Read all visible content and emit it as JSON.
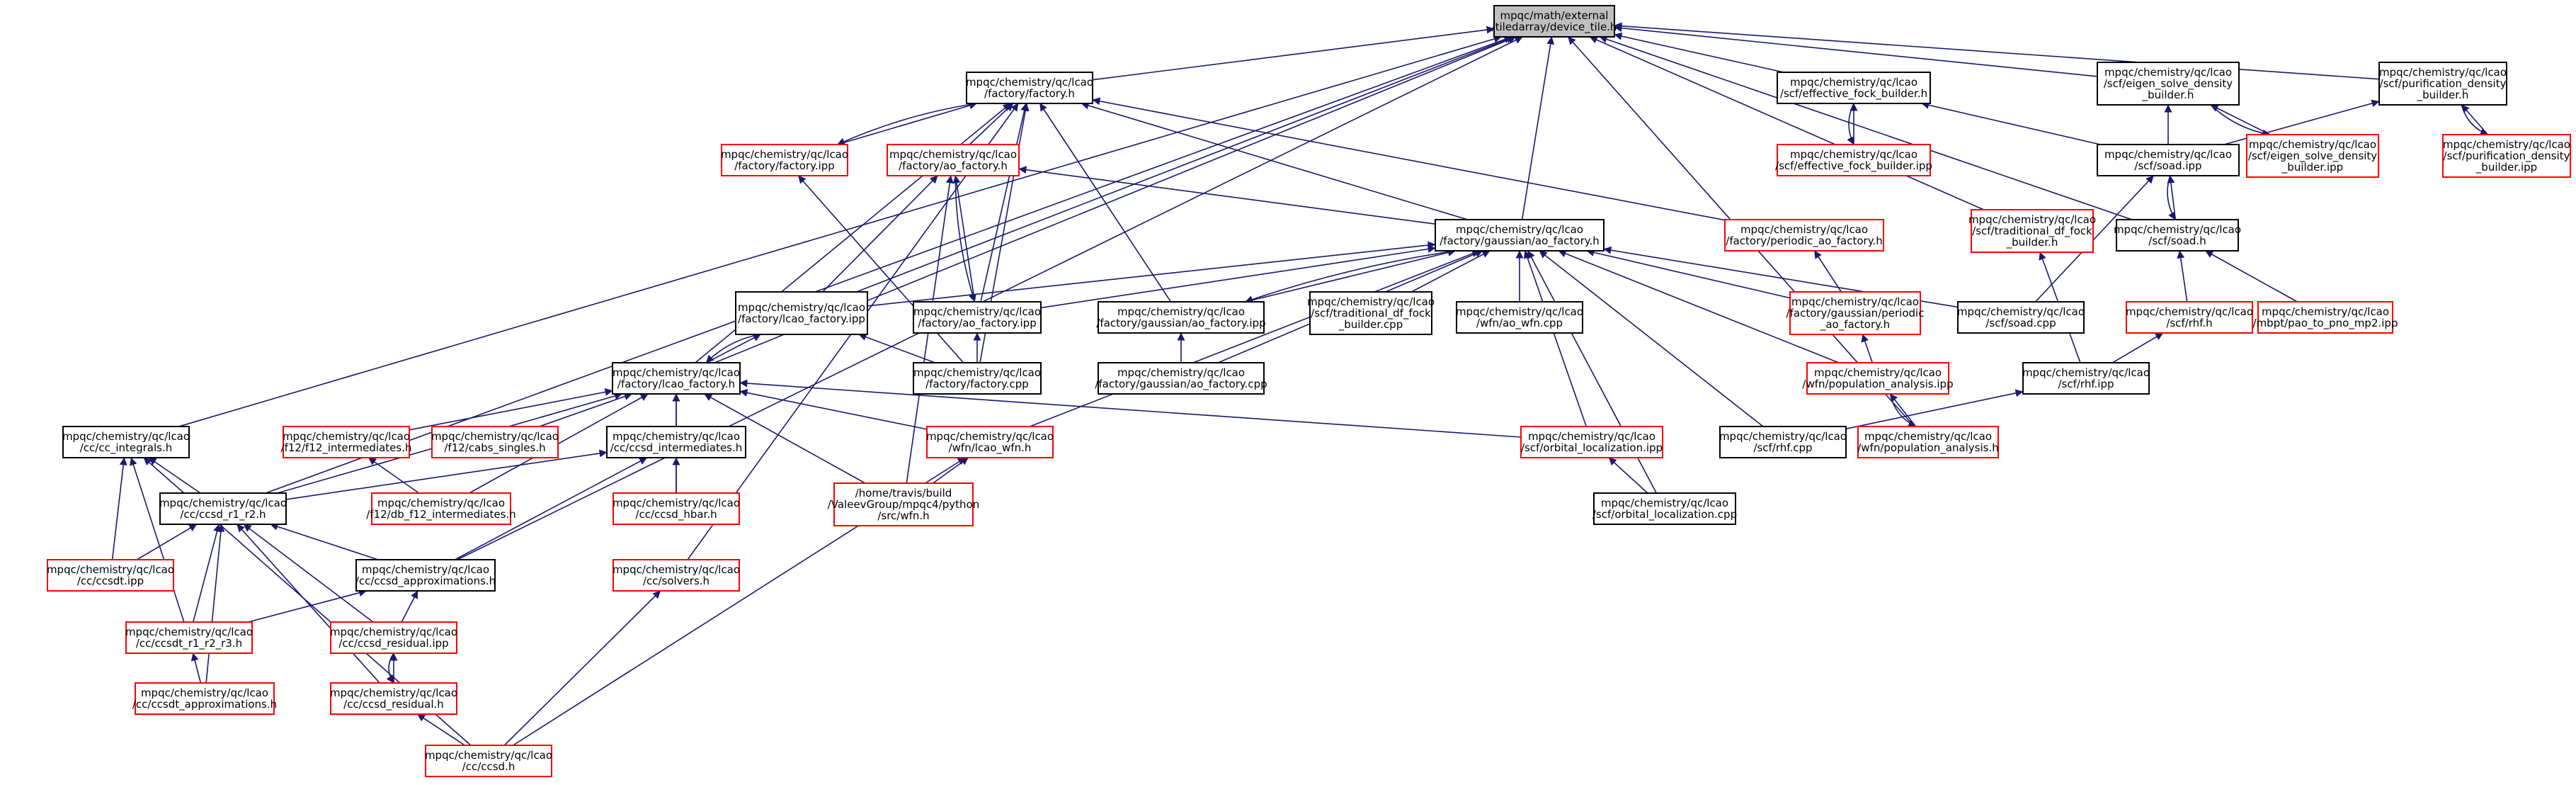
{
  "colors": {
    "edge": "#191970",
    "root_fill": "#bfbfbf",
    "normal_border": "#000000",
    "truncated_border": "#ff0000",
    "text": "#000000"
  },
  "nodes": [
    {
      "id": "root",
      "lines": [
        "mpqc/math/external",
        "/tiledarray/device_tile.h"
      ],
      "style": "root"
    },
    {
      "id": "factory_h",
      "lines": [
        "mpqc/chemistry/qc/lcao",
        "/factory/factory.h"
      ],
      "style": "normal"
    },
    {
      "id": "eff_fock_h",
      "lines": [
        "mpqc/chemistry/qc/lcao",
        "/scf/effective_fock_builder.h"
      ],
      "style": "normal"
    },
    {
      "id": "eigen_h",
      "lines": [
        "mpqc/chemistry/qc/lcao",
        "/scf/eigen_solve_density",
        "_builder.h"
      ],
      "style": "normal"
    },
    {
      "id": "purif_h",
      "lines": [
        "mpqc/chemistry/qc/lcao",
        "/scf/purification_density",
        "_builder.h"
      ],
      "style": "normal"
    },
    {
      "id": "factory_ipp",
      "lines": [
        "mpqc/chemistry/qc/lcao",
        "/factory/factory.ipp"
      ],
      "style": "truncated"
    },
    {
      "id": "ao_factory_h",
      "lines": [
        "mpqc/chemistry/qc/lcao",
        "/factory/ao_factory.h"
      ],
      "style": "truncated"
    },
    {
      "id": "eff_fock_ipp",
      "lines": [
        "mpqc/chemistry/qc/lcao",
        "/scf/effective_fock_builder.ipp"
      ],
      "style": "truncated"
    },
    {
      "id": "soad_ipp",
      "lines": [
        "mpqc/chemistry/qc/lcao",
        "/scf/soad.ipp"
      ],
      "style": "normal"
    },
    {
      "id": "eigen_ipp",
      "lines": [
        "mpqc/chemistry/qc/lcao",
        "/scf/eigen_solve_density",
        "_builder.ipp"
      ],
      "style": "truncated"
    },
    {
      "id": "purif_ipp",
      "lines": [
        "mpqc/chemistry/qc/lcao",
        "/scf/purification_density",
        "_builder.ipp"
      ],
      "style": "truncated"
    },
    {
      "id": "gauss_ao_h",
      "lines": [
        "mpqc/chemistry/qc/lcao",
        "/factory/gaussian/ao_factory.h"
      ],
      "style": "normal"
    },
    {
      "id": "periodic_ao_h",
      "lines": [
        "mpqc/chemistry/qc/lcao",
        "/factory/periodic_ao_factory.h"
      ],
      "style": "truncated"
    },
    {
      "id": "trad_df_h",
      "lines": [
        "mpqc/chemistry/qc/lcao",
        "/scf/traditional_df_fock",
        "_builder.h"
      ],
      "style": "truncated"
    },
    {
      "id": "soad_h",
      "lines": [
        "mpqc/chemistry/qc/lcao",
        "/scf/soad.h"
      ],
      "style": "normal"
    },
    {
      "id": "lcao_factory_ipp",
      "lines": [
        "mpqc/chemistry/qc/lcao",
        "/factory/lcao_factory.ipp"
      ],
      "style": "normal"
    },
    {
      "id": "ao_factory_ipp",
      "lines": [
        "mpqc/chemistry/qc/lcao",
        "/factory/ao_factory.ipp"
      ],
      "style": "normal"
    },
    {
      "id": "gauss_ao_ipp",
      "lines": [
        "mpqc/chemistry/qc/lcao",
        "/factory/gaussian/ao_factory.ipp"
      ],
      "style": "normal"
    },
    {
      "id": "trad_df_cpp",
      "lines": [
        "mpqc/chemistry/qc/lcao",
        "/scf/traditional_df_fock",
        "_builder.cpp"
      ],
      "style": "normal"
    },
    {
      "id": "ao_wfn_cpp",
      "lines": [
        "mpqc/chemistry/qc/lcao",
        "/wfn/ao_wfn.cpp"
      ],
      "style": "normal"
    },
    {
      "id": "gauss_periodic_h",
      "lines": [
        "mpqc/chemistry/qc/lcao",
        "/factory/gaussian/periodic",
        "_ao_factory.h"
      ],
      "style": "truncated"
    },
    {
      "id": "soad_cpp",
      "lines": [
        "mpqc/chemistry/qc/lcao",
        "/scf/soad.cpp"
      ],
      "style": "normal"
    },
    {
      "id": "rhf_h",
      "lines": [
        "mpqc/chemistry/qc/lcao",
        "/scf/rhf.h"
      ],
      "style": "truncated"
    },
    {
      "id": "pao_ipp",
      "lines": [
        "mpqc/chemistry/qc/lcao",
        "/mbpt/pao_to_pno_mp2.ipp"
      ],
      "style": "truncated"
    },
    {
      "id": "lcao_factory_h",
      "lines": [
        "mpqc/chemistry/qc/lcao",
        "/factory/lcao_factory.h"
      ],
      "style": "normal"
    },
    {
      "id": "factory_cpp",
      "lines": [
        "mpqc/chemistry/qc/lcao",
        "/factory/factory.cpp"
      ],
      "style": "normal"
    },
    {
      "id": "gauss_ao_cpp",
      "lines": [
        "mpqc/chemistry/qc/lcao",
        "/factory/gaussian/ao_factory.cpp"
      ],
      "style": "normal"
    },
    {
      "id": "pop_ipp",
      "lines": [
        "mpqc/chemistry/qc/lcao",
        "/wfn/population_analysis.ipp"
      ],
      "style": "truncated"
    },
    {
      "id": "rhf_ipp",
      "lines": [
        "mpqc/chemistry/qc/lcao",
        "/scf/rhf.ipp"
      ],
      "style": "normal"
    },
    {
      "id": "cc_integrals_h",
      "lines": [
        "mpqc/chemistry/qc/lcao",
        "/cc/cc_integrals.h"
      ],
      "style": "normal"
    },
    {
      "id": "f12_int_h",
      "lines": [
        "mpqc/chemistry/qc/lcao",
        "/f12/f12_intermediates.h"
      ],
      "style": "truncated"
    },
    {
      "id": "cabs_h",
      "lines": [
        "mpqc/chemistry/qc/lcao",
        "/f12/cabs_singles.h"
      ],
      "style": "truncated"
    },
    {
      "id": "ccsd_int_h",
      "lines": [
        "mpqc/chemistry/qc/lcao",
        "/cc/ccsd_intermediates.h"
      ],
      "style": "normal"
    },
    {
      "id": "lcao_wfn_h",
      "lines": [
        "mpqc/chemistry/qc/lcao",
        "/wfn/lcao_wfn.h"
      ],
      "style": "truncated"
    },
    {
      "id": "orb_loc_ipp",
      "lines": [
        "mpqc/chemistry/qc/lcao",
        "/scf/orbital_localization.ipp"
      ],
      "style": "truncated"
    },
    {
      "id": "rhf_cpp",
      "lines": [
        "mpqc/chemistry/qc/lcao",
        "/scf/rhf.cpp"
      ],
      "style": "normal"
    },
    {
      "id": "pop_h",
      "lines": [
        "mpqc/chemistry/qc/lcao",
        "/wfn/population_analysis.h"
      ],
      "style": "truncated"
    },
    {
      "id": "ccsd_r1r2_h",
      "lines": [
        "mpqc/chemistry/qc/lcao",
        "/cc/ccsd_r1_r2.h"
      ],
      "style": "normal"
    },
    {
      "id": "db_f12_h",
      "lines": [
        "mpqc/chemistry/qc/lcao",
        "/f12/db_f12_intermediates.h"
      ],
      "style": "truncated"
    },
    {
      "id": "ccsd_hbar_h",
      "lines": [
        "mpqc/chemistry/qc/lcao",
        "/cc/ccsd_hbar.h"
      ],
      "style": "truncated"
    },
    {
      "id": "wfn_h",
      "lines": [
        "/home/travis/build",
        "/ValeevGroup/mpqc4/python",
        "/src/wfn.h"
      ],
      "style": "truncated"
    },
    {
      "id": "orb_loc_cpp",
      "lines": [
        "mpqc/chemistry/qc/lcao",
        "/scf/orbital_localization.cpp"
      ],
      "style": "normal"
    },
    {
      "id": "ccsdt_ipp",
      "lines": [
        "mpqc/chemistry/qc/lcao",
        "/cc/ccsdt.ipp"
      ],
      "style": "truncated"
    },
    {
      "id": "ccsd_approx_h",
      "lines": [
        "mpqc/chemistry/qc/lcao",
        "/cc/ccsd_approximations.h"
      ],
      "style": "normal"
    },
    {
      "id": "solvers_h",
      "lines": [
        "mpqc/chemistry/qc/lcao",
        "/cc/solvers.h"
      ],
      "style": "truncated"
    },
    {
      "id": "ccsdt_r1r2r3_h",
      "lines": [
        "mpqc/chemistry/qc/lcao",
        "/cc/ccsdt_r1_r2_r3.h"
      ],
      "style": "truncated"
    },
    {
      "id": "ccsd_resid_ipp",
      "lines": [
        "mpqc/chemistry/qc/lcao",
        "/cc/ccsd_residual.ipp"
      ],
      "style": "truncated"
    },
    {
      "id": "ccsdt_approx_h",
      "lines": [
        "mpqc/chemistry/qc/lcao",
        "/cc/ccsdt_approximations.h"
      ],
      "style": "truncated"
    },
    {
      "id": "ccsd_resid_h",
      "lines": [
        "mpqc/chemistry/qc/lcao",
        "/cc/ccsd_residual.h"
      ],
      "style": "truncated"
    },
    {
      "id": "ccsd_h",
      "lines": [
        "mpqc/chemistry/qc/lcao",
        "/cc/ccsd.h"
      ],
      "style": "truncated"
    }
  ],
  "edges": [
    [
      "factory_h",
      "root"
    ],
    [
      "eff_fock_h",
      "root"
    ],
    [
      "eigen_h",
      "root"
    ],
    [
      "purif_h",
      "root"
    ],
    [
      "gauss_ao_h",
      "root"
    ],
    [
      "soad_h",
      "root"
    ],
    [
      "trad_df_h",
      "root"
    ],
    [
      "pop_h",
      "root"
    ],
    [
      "lcao_factory_ipp",
      "root"
    ],
    [
      "lcao_factory_h",
      "root"
    ],
    [
      "cc_integrals_h",
      "root"
    ],
    [
      "ccsd_r1r2_h",
      "root"
    ],
    [
      "ccsd_approx_h",
      "root"
    ],
    [
      "factory_ipp",
      "factory_h"
    ],
    [
      "factory_h",
      "factory_ipp"
    ],
    [
      "ao_factory_h",
      "factory_h"
    ],
    [
      "ao_factory_ipp",
      "factory_h"
    ],
    [
      "gauss_ao_h",
      "factory_h"
    ],
    [
      "periodic_ao_h",
      "factory_h"
    ],
    [
      "gauss_ao_ipp",
      "factory_h"
    ],
    [
      "lcao_factory_h",
      "factory_h"
    ],
    [
      "factory_cpp",
      "factory_h"
    ],
    [
      "solvers_h",
      "factory_h"
    ],
    [
      "eff_fock_ipp",
      "eff_fock_h"
    ],
    [
      "eff_fock_h",
      "eff_fock_ipp"
    ],
    [
      "soad_ipp",
      "eff_fock_h"
    ],
    [
      "eigen_ipp",
      "eigen_h"
    ],
    [
      "eigen_h",
      "eigen_ipp"
    ],
    [
      "soad_ipp",
      "eigen_h"
    ],
    [
      "purif_ipp",
      "purif_h"
    ],
    [
      "purif_h",
      "purif_ipp"
    ],
    [
      "soad_ipp",
      "purif_h"
    ],
    [
      "gauss_ao_h",
      "ao_factory_h"
    ],
    [
      "ao_factory_ipp",
      "ao_factory_h"
    ],
    [
      "ao_factory_h",
      "ao_factory_ipp"
    ],
    [
      "lcao_factory_ipp",
      "ao_factory_h"
    ],
    [
      "wfn_h",
      "ao_factory_h"
    ],
    [
      "soad_h",
      "soad_ipp"
    ],
    [
      "soad_ipp",
      "soad_h"
    ],
    [
      "soad_cpp",
      "soad_ipp"
    ],
    [
      "lcao_factory_ipp",
      "gauss_ao_h"
    ],
    [
      "ao_factory_ipp",
      "gauss_ao_h"
    ],
    [
      "gauss_ao_ipp",
      "gauss_ao_h"
    ],
    [
      "gauss_ao_h",
      "gauss_ao_ipp"
    ],
    [
      "trad_df_cpp",
      "gauss_ao_h"
    ],
    [
      "ao_wfn_cpp",
      "gauss_ao_h"
    ],
    [
      "gauss_periodic_h",
      "gauss_ao_h"
    ],
    [
      "soad_cpp",
      "gauss_ao_h"
    ],
    [
      "gauss_ao_cpp",
      "gauss_ao_h"
    ],
    [
      "pop_ipp",
      "gauss_ao_h"
    ],
    [
      "rhf_cpp",
      "gauss_ao_h"
    ],
    [
      "orb_loc_ipp",
      "gauss_ao_h"
    ],
    [
      "orb_loc_cpp",
      "gauss_ao_h"
    ],
    [
      "lcao_wfn_h",
      "gauss_ao_h"
    ],
    [
      "gauss_periodic_h",
      "periodic_ao_h"
    ],
    [
      "rhf_ipp",
      "trad_df_h"
    ],
    [
      "rhf_h",
      "soad_h"
    ],
    [
      "pao_ipp",
      "soad_h"
    ],
    [
      "lcao_factory_h",
      "lcao_factory_ipp"
    ],
    [
      "lcao_factory_ipp",
      "lcao_factory_h"
    ],
    [
      "factory_cpp",
      "lcao_factory_ipp"
    ],
    [
      "factory_cpp",
      "ao_factory_ipp"
    ],
    [
      "gauss_ao_cpp",
      "gauss_ao_ipp"
    ],
    [
      "pop_ipp",
      "gauss_periodic_h"
    ],
    [
      "rhf_ipp",
      "rhf_h"
    ],
    [
      "factory_cpp",
      "factory_ipp"
    ],
    [
      "f12_int_h",
      "lcao_factory_h"
    ],
    [
      "cabs_h",
      "lcao_factory_h"
    ],
    [
      "ccsd_int_h",
      "lcao_factory_h"
    ],
    [
      "lcao_wfn_h",
      "lcao_factory_h"
    ],
    [
      "orb_loc_ipp",
      "lcao_factory_h"
    ],
    [
      "wfn_h",
      "lcao_factory_h"
    ],
    [
      "ccsd_hbar_h",
      "lcao_factory_h"
    ],
    [
      "db_f12_h",
      "lcao_factory_h"
    ],
    [
      "ccsd_r1r2_h",
      "lcao_factory_h"
    ],
    [
      "orb_loc_cpp",
      "orb_loc_ipp"
    ],
    [
      "rhf_cpp",
      "rhf_ipp"
    ],
    [
      "pop_h",
      "pop_ipp"
    ],
    [
      "pop_ipp",
      "pop_h"
    ],
    [
      "db_f12_h",
      "f12_int_h"
    ],
    [
      "ccsd_r1r2_h",
      "ccsd_int_h"
    ],
    [
      "ccsd_hbar_h",
      "ccsd_int_h"
    ],
    [
      "ccsd_approx_h",
      "ccsd_int_h"
    ],
    [
      "wfn_h",
      "lcao_wfn_h"
    ],
    [
      "ccsd_h",
      "lcao_wfn_h"
    ],
    [
      "ccsd_r1r2_h",
      "cc_integrals_h"
    ],
    [
      "ccsdt_ipp",
      "cc_integrals_h"
    ],
    [
      "ccsdt_r1r2r3_h",
      "cc_integrals_h"
    ],
    [
      "ccsd_h",
      "cc_integrals_h"
    ],
    [
      "ccsdt_ipp",
      "ccsd_r1r2_h"
    ],
    [
      "ccsdt_r1r2r3_h",
      "ccsd_r1r2_h"
    ],
    [
      "ccsd_approx_h",
      "ccsd_r1r2_h"
    ],
    [
      "ccsd_resid_ipp",
      "ccsd_r1r2_h"
    ],
    [
      "ccsd_resid_h",
      "ccsd_r1r2_h"
    ],
    [
      "ccsdt_approx_h",
      "ccsd_r1r2_h"
    ],
    [
      "ccsdt_r1r2r3_h",
      "ccsd_approx_h"
    ],
    [
      "ccsd_resid_ipp",
      "ccsd_approx_h"
    ],
    [
      "ccsdt_approx_h",
      "ccsdt_r1r2r3_h"
    ],
    [
      "ccsd_resid_h",
      "ccsd_resid_ipp"
    ],
    [
      "ccsd_resid_ipp",
      "ccsd_resid_h"
    ],
    [
      "ccsd_h",
      "ccsd_resid_h"
    ],
    [
      "ccsd_h",
      "solvers_h"
    ]
  ]
}
